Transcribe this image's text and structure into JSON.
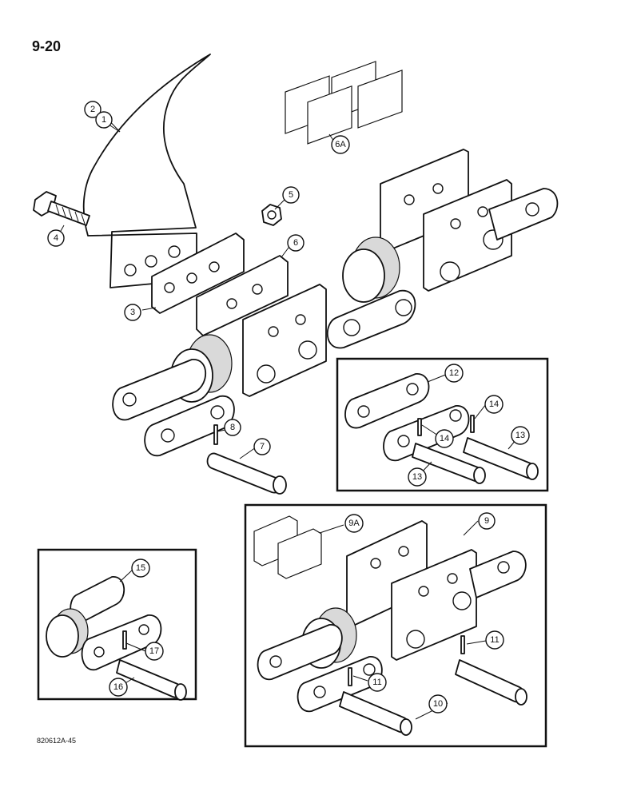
{
  "page": {
    "page_number": "9-20",
    "figure_code": "820612A-45"
  },
  "callouts": {
    "c1": "1",
    "c2": "2",
    "c3": "3",
    "c4": "4",
    "c5": "5",
    "c6": "6",
    "c6a": "6A",
    "c7": "7",
    "c8": "8",
    "c9": "9",
    "c9a": "9A",
    "c10": "10",
    "c11a": "11",
    "c11b": "11",
    "c12": "12",
    "c13a": "13",
    "c13b": "13",
    "c14a": "14",
    "c14b": "14",
    "c15": "15",
    "c16": "16",
    "c17": "17"
  }
}
